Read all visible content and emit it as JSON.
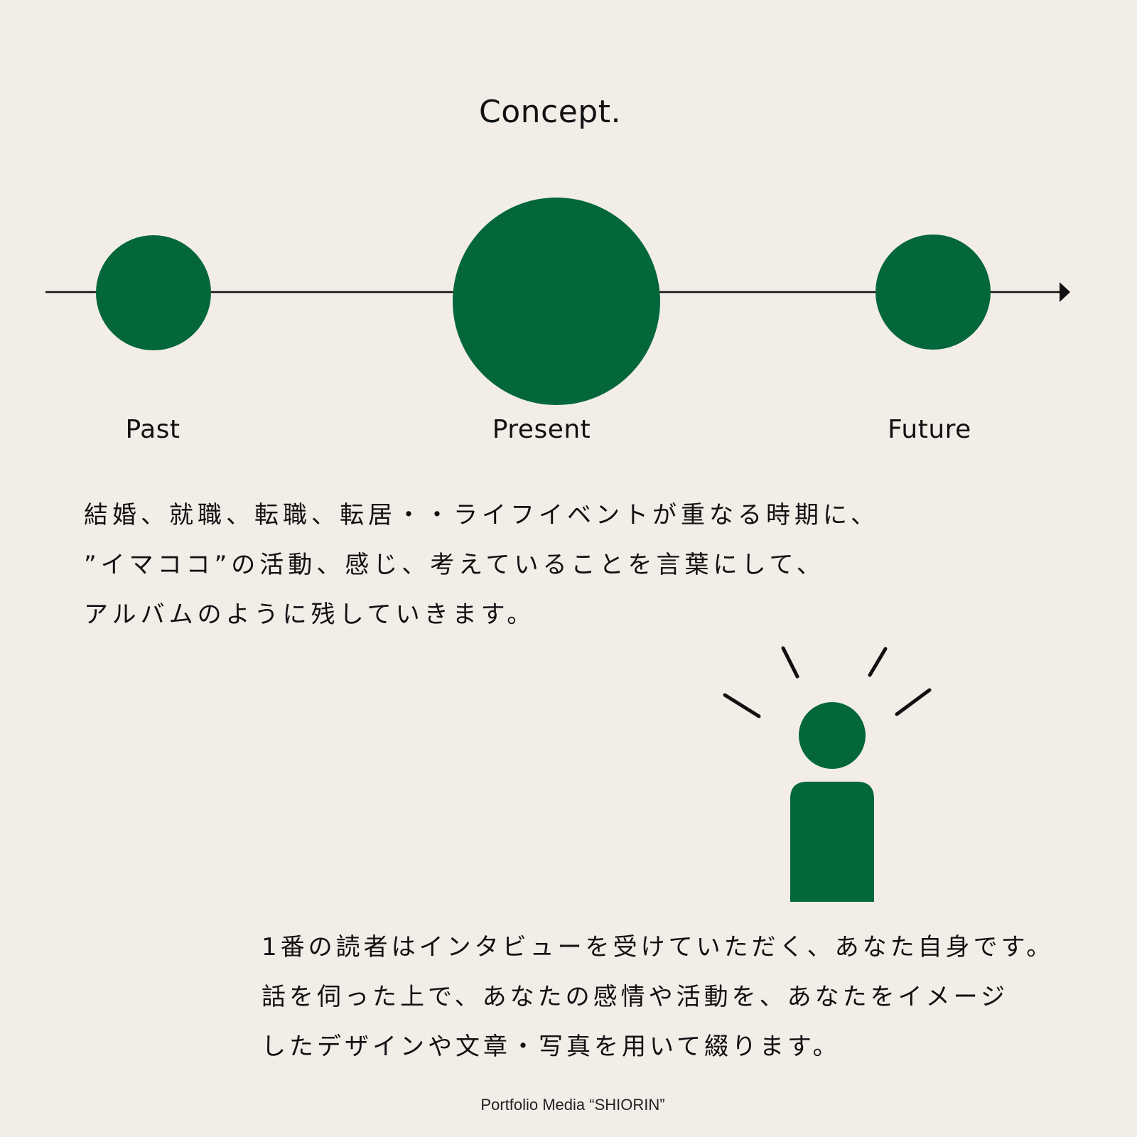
{
  "title": "Concept.",
  "timeline": {
    "points": [
      {
        "label": "Past"
      },
      {
        "label": "Present"
      },
      {
        "label": "Future"
      }
    ]
  },
  "paragraph_1": {
    "lines": [
      "結婚、就職、転職、転居・・ライフイベントが重なる時期に、",
      "”イマココ”の活動、感じ、考えていることを言葉にして、",
      "アルバムのように残していきます。"
    ]
  },
  "paragraph_2": {
    "lines": [
      "1番の読者はインタビューを受けていただく、あなた自身です。",
      "話を伺った上で、あなたの感情や活動を、あなたをイメージ",
      "したデザインや文章・写真を用いて綴ります。"
    ]
  },
  "footer": "Portfolio Media “SHIORIN”",
  "colors": {
    "background": "#f3ede8",
    "accent": "#04673a",
    "ink": "#111111"
  },
  "icons": {
    "timeline_arrow": "arrow-right-icon",
    "person": "person-icon",
    "spark_lines": "spark-lines-icon"
  }
}
